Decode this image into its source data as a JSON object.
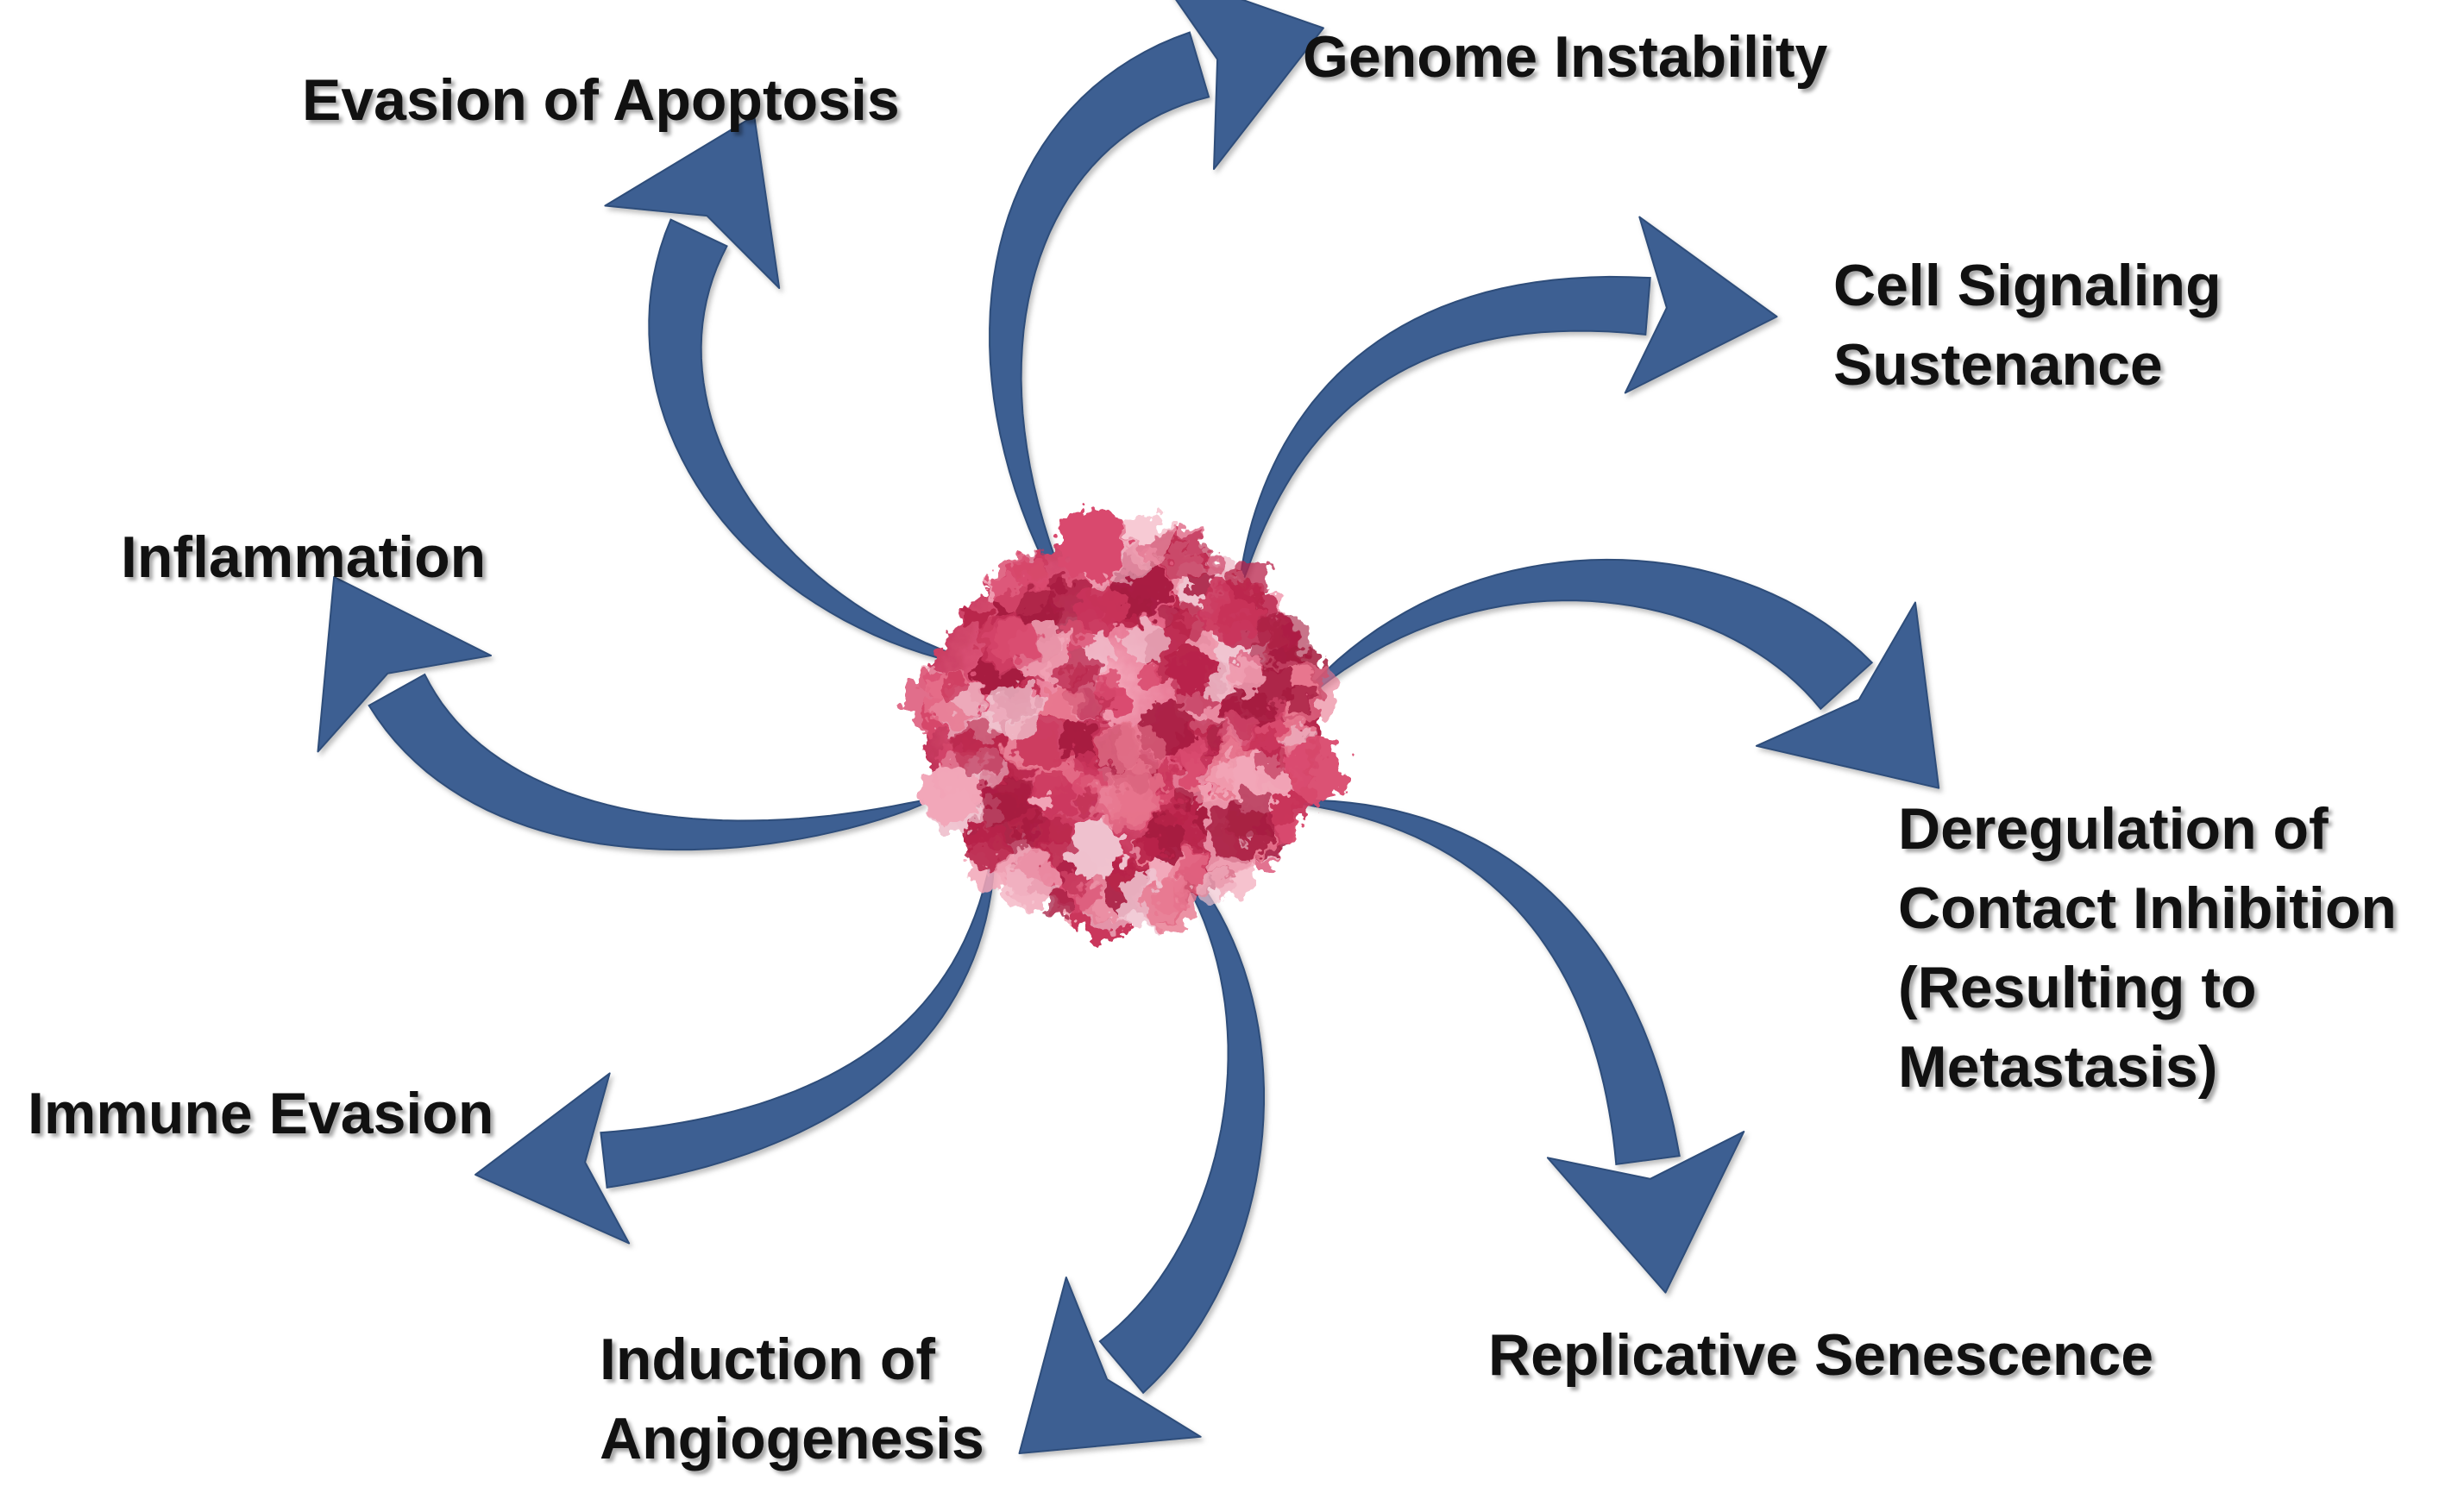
{
  "diagram": {
    "colors": {
      "arrow_fill": "#3c5f92",
      "arrow_stroke": "#2f4d7a",
      "cell_dark": "#b8244a",
      "cell_mid": "#d94a6e",
      "cell_light": "#f2a6b8",
      "label_text": "#111111"
    },
    "center": {
      "name": "tumor-cell-cluster",
      "icon": "cancer-cell-image"
    },
    "hallmarks": {
      "genome": {
        "lines": [
          "Genome Instability"
        ]
      },
      "apoptosis": {
        "lines": [
          "Evasion of Apoptosis"
        ]
      },
      "signaling": {
        "lines": [
          "Cell Signaling",
          "Sustenance"
        ]
      },
      "inflammation": {
        "lines": [
          "Inflammation"
        ]
      },
      "contact": {
        "lines": [
          "Deregulation of",
          "Contact Inhibition",
          "(Resulting to",
          "Metastasis)"
        ]
      },
      "immune": {
        "lines": [
          "Immune Evasion"
        ]
      },
      "senescence": {
        "lines": [
          "Replicative Senescence"
        ]
      },
      "angiogenesis": {
        "lines": [
          "Induction of",
          "Angiogenesis"
        ]
      }
    }
  }
}
